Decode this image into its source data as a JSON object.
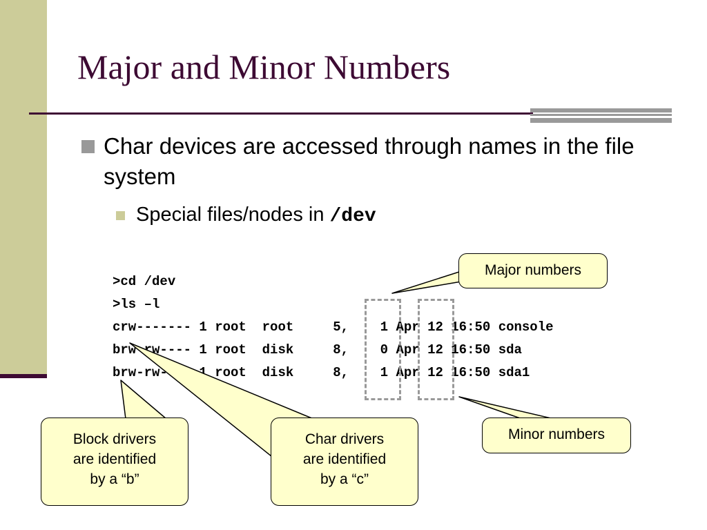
{
  "slide": {
    "title": "Major and Minor Numbers",
    "bullets": [
      {
        "text": "Char devices are accessed through names in the file system"
      },
      {
        "text": "Special files/nodes in ",
        "code": "/dev"
      }
    ],
    "terminal": {
      "lines": [
        ">cd /dev",
        ">ls –l",
        "crw------- 1 root  root     5,    1 Apr 12 16:50 console",
        "brw-rw---- 1 root  disk     8,    0 Apr 12 16:50 sda",
        "brw-rw---- 1 root  disk     8,    1 Apr 12 16:50 sda1"
      ]
    },
    "callouts": {
      "major": "Major numbers",
      "minor": "Minor numbers",
      "block": [
        "Block drivers",
        "are identified",
        "by a “b”"
      ],
      "char": [
        "Char drivers",
        "are identified",
        "by a “c”"
      ]
    },
    "colors": {
      "title": "#3d0a33",
      "sidebar": "#cccc99",
      "callout_fill": "#ffffcc",
      "bullet_gray": "#999999"
    }
  }
}
